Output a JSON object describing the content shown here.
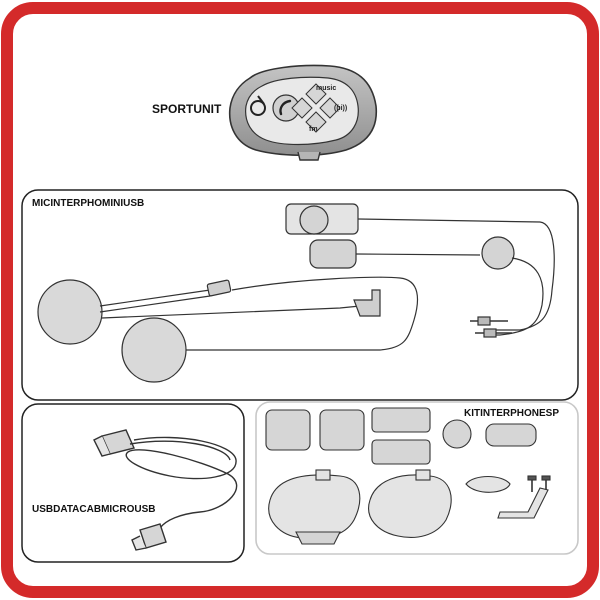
{
  "colors": {
    "frame": "#d42a2a",
    "line": "#333333",
    "part_fill": "#d9d9d9",
    "device_fill": "#a8a8a8",
    "kit_border": "#c8c8c8"
  },
  "sportunit": {
    "label": "SPORTUNIT",
    "buttons": {
      "music": "music",
      "fm": "fm",
      "intercom": "((ıi))"
    }
  },
  "mic_kit": {
    "label": "MICINTERPHOMINIUSB"
  },
  "usb_cable": {
    "label": "USBDATACABMICROUSB"
  },
  "mount_kit": {
    "label": "KITINTERPHONESP"
  }
}
